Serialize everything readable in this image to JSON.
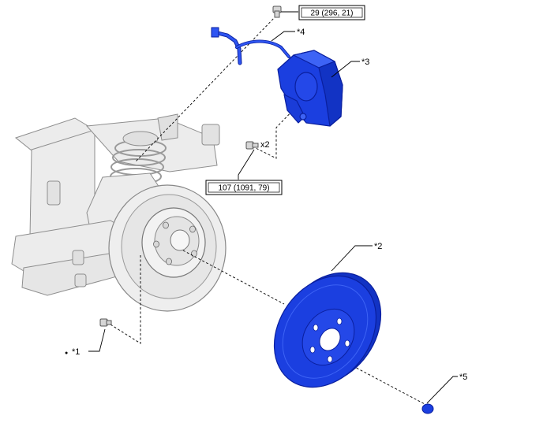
{
  "torque_specs": {
    "caliper_bolt": "29 (296, 21)",
    "bracket_bolt": "107 (1091, 79)"
  },
  "quantity": {
    "bracket_bolt": "x2"
  },
  "callouts": {
    "c1": "*1",
    "c2": "*2",
    "c3": "*3",
    "c4": "*4",
    "c5": "*5"
  },
  "markers": {
    "c1_dot": "●"
  },
  "colors": {
    "highlight_part": "#1b3fe0",
    "highlight_dark": "#0a1f9e",
    "outline": "#000000",
    "ghost_part": "#e9e9e9",
    "ghost_line": "#9a9a9a"
  }
}
